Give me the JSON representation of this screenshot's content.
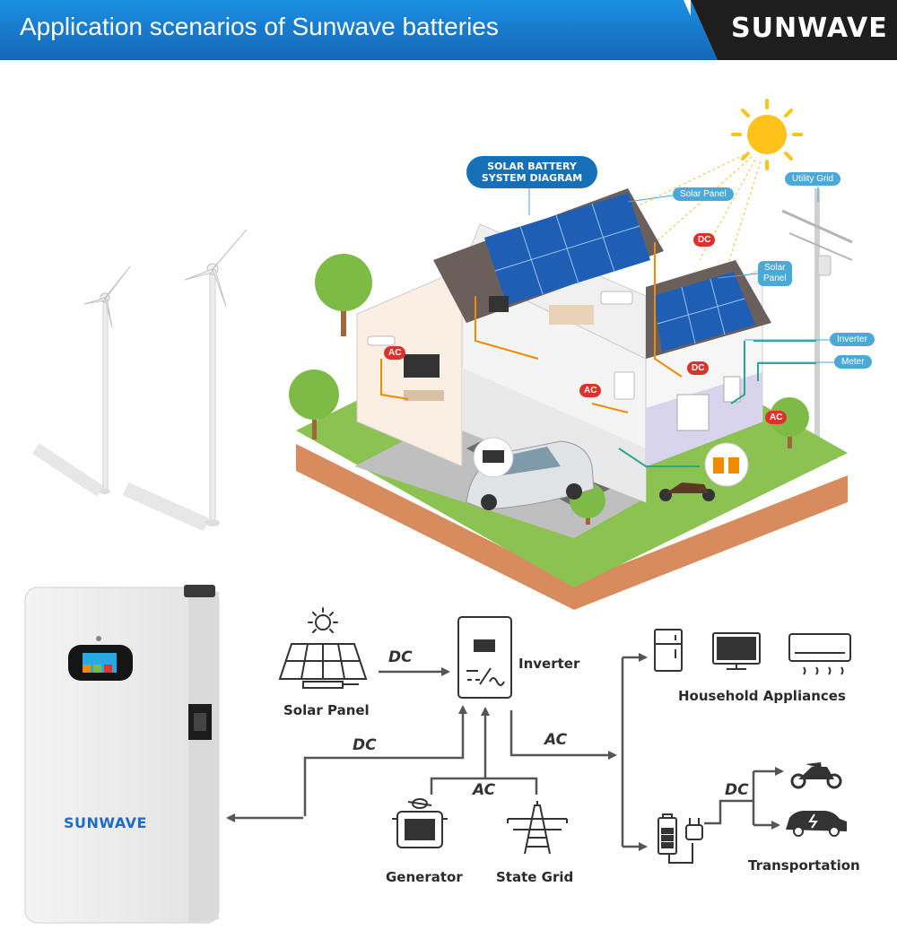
{
  "header": {
    "title": "Application scenarios of Sunwave batteries",
    "brand": "SUNWAVE"
  },
  "house_diagram": {
    "title_line1": "SOLAR BATTERY",
    "title_line2": "SYSTEM DIAGRAM",
    "callouts": {
      "solar_panel_1": "Solar Panel",
      "solar_panel_2_line1": "Solar",
      "solar_panel_2_line2": "Panel",
      "utility_grid": "Utility Grid",
      "inverter": "Inverter",
      "meter": "Meter"
    },
    "badges": {
      "dc_1": "DC",
      "dc_2": "DC",
      "ac_1": "AC",
      "ac_2": "AC",
      "ac_3": "AC"
    }
  },
  "battery": {
    "brand": "SUNWAVE"
  },
  "flow_diagram": {
    "solar_panel": "Solar Panel",
    "inverter": "Inverter",
    "household_appliances": "Household Appliances",
    "transportation": "Transportation",
    "generator": "Generator",
    "state_grid": "State Grid",
    "dc_solar": "DC",
    "dc_battery": "DC",
    "ac_output": "AC",
    "ac_input": "AC",
    "dc_transport": "DC"
  },
  "colors": {
    "header_blue": "#1566b8",
    "header_dark": "#1e1e1e",
    "callout_blue": "#4aa9d6",
    "badge_red": "#d9342b",
    "line_gray": "#555555"
  }
}
